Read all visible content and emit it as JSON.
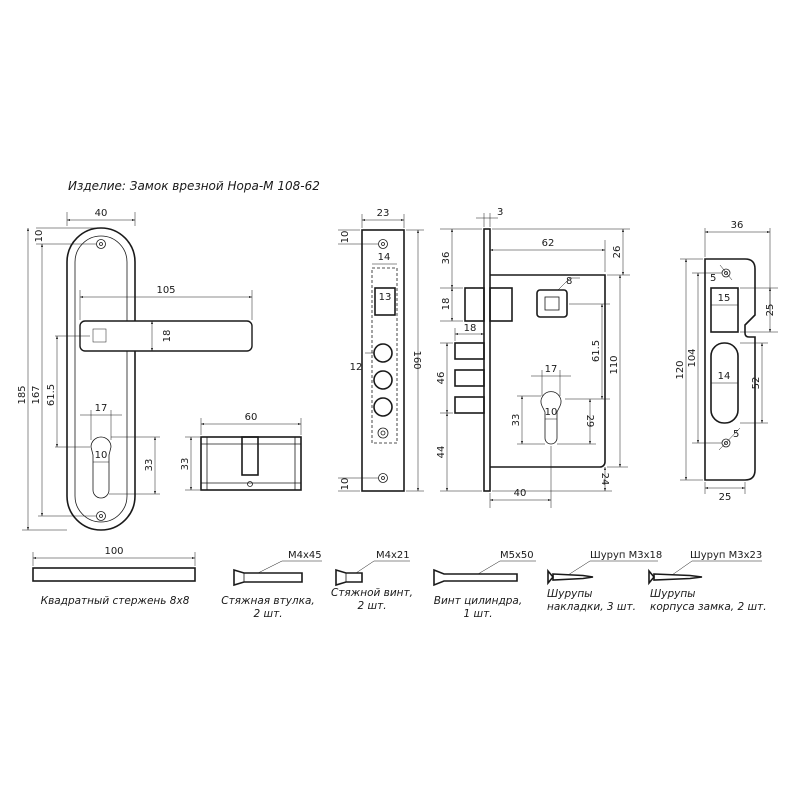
{
  "title": "Изделие: Замок врезной Нора-М 108-62",
  "handle": {
    "width": "40",
    "top_offset": "10",
    "lever_length": "105",
    "lever_width": "18",
    "total_height": "185",
    "mount_height": "167",
    "axis_distance": "61.5",
    "cylinder_width": "17",
    "cylinder_circle": "10",
    "cylinder_height": "33"
  },
  "faceplate": {
    "width": "23",
    "top": "10",
    "slot": "14",
    "square": "13",
    "hole_step": "12",
    "height": "160",
    "bottom": "10"
  },
  "cylinder": {
    "length": "60",
    "height": "33"
  },
  "lock": {
    "plate": "3",
    "backset": "62",
    "top_offset": "26",
    "top_height": "36",
    "square": "8",
    "latch": "18",
    "bolt_width": "18",
    "bolt_height": "46",
    "axis": "61.5",
    "body_height": "110",
    "cyl_width": "17",
    "cyl_circle": "10",
    "cyl_height": "33",
    "cyl_offset": "29",
    "bottom_bolt": "44",
    "bottom_offset": "24",
    "width_bottom": "40"
  },
  "strike": {
    "width": "36",
    "hole_top": "5",
    "window": "15",
    "window_height": "25",
    "total": "120",
    "inner": "104",
    "slot": "14",
    "slot_height": "52",
    "hole_bottom": "5",
    "bottom_width": "25"
  },
  "accessories": [
    {
      "label": "Квадратный стержень 8х8",
      "dim": "100"
    },
    {
      "label_lines": [
        "Стяжная втулка,",
        "2 шт."
      ],
      "dim": "М4х45"
    },
    {
      "label_lines": [
        "Стяжной винт,",
        "2 шт."
      ],
      "dim": "М4х21"
    },
    {
      "label_lines": [
        "Винт цилиндра,",
        "1 шт."
      ],
      "dim": "М5х50"
    },
    {
      "label_lines": [
        "Шурупы",
        "накладки, 3 шт."
      ],
      "dim": "Шуруп М3х18"
    },
    {
      "label_lines": [
        "Шурупы",
        "корпуса замка, 2 шт."
      ],
      "dim": "Шуруп М3х23"
    }
  ]
}
